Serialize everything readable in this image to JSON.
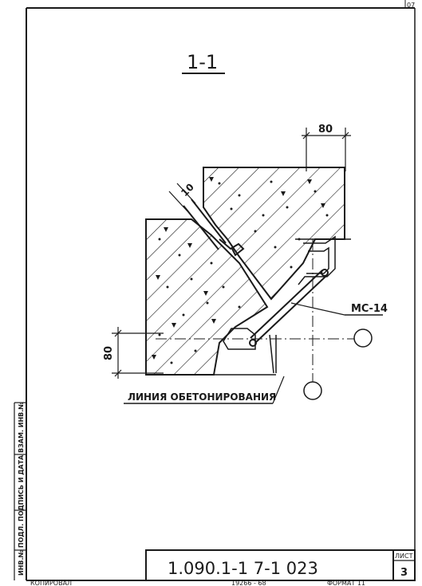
{
  "section_label": "1-1",
  "dimensions": {
    "top": "80",
    "left": "80",
    "joint": "10"
  },
  "callout_ms": "МС-14",
  "concreting_line_label": "ЛИНИЯ ОБЕТОНИРОВАНИЯ",
  "title_block": {
    "code": "1.090.1-1  7-1  023",
    "sheet_label": "ЛИСТ",
    "sheet_number": "3"
  },
  "left_stamp": "ИНВ.№ ПОДЛ.  ПОДПИСЬ И ДАТА  ВЗАМ. ИНВ.№",
  "footer": {
    "left": "КОПИРОВАЛ",
    "middle": "19266 - 68",
    "right": "ФОРМАТ 11"
  },
  "corner_mark": "07",
  "colors": {
    "ink": "#1a1a1a",
    "paper": "#ffffff"
  }
}
